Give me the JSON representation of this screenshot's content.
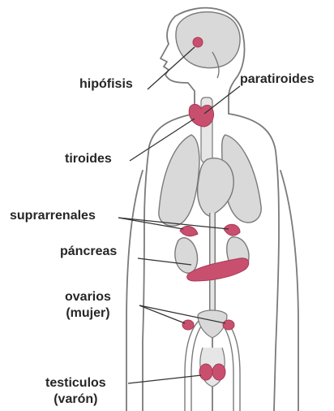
{
  "labels": {
    "hipofisis": "hipófisis",
    "paratiroides": "paratiroides",
    "tiroides": "tiroides",
    "suprarrenales": "suprarrenales",
    "pancreas": "páncreas",
    "ovarios_line1": "ovarios",
    "ovarios_line2": "(mujer)",
    "testiculos_line1": "testiculos",
    "testiculos_line2": "(varón)"
  },
  "colors": {
    "organ_fill": "#d9d9d9",
    "outline": "#7a7a7a",
    "gland": "#c8506e",
    "gland_dark": "#a83a58",
    "leader_line": "#333333",
    "text": "#262626"
  }
}
